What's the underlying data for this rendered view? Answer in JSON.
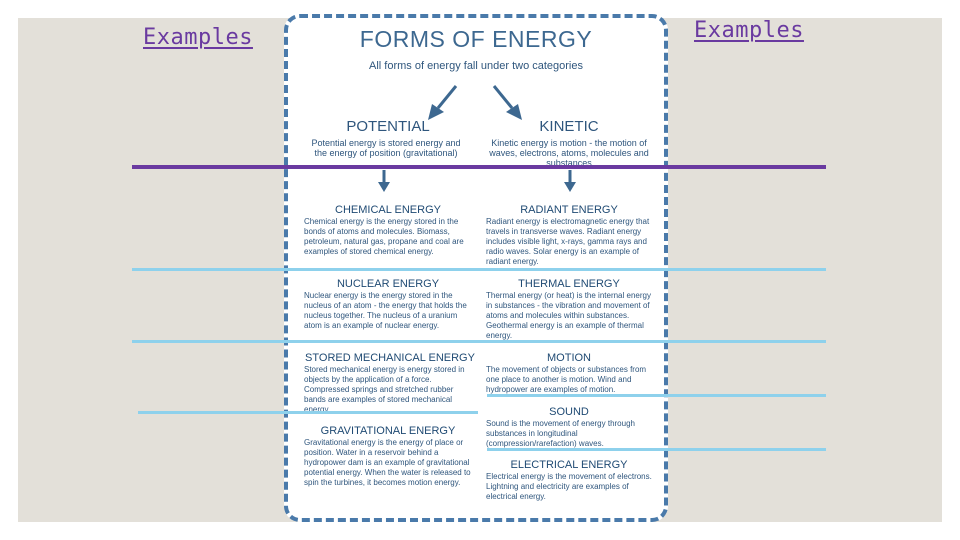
{
  "slide": {
    "title_left": "Examples",
    "title_right": "Examples",
    "colors": {
      "accent_purple": "#6a3aa0",
      "line_blue": "#8ed1ec",
      "card_border": "#4a7aaa",
      "text_blue": "#2f567d"
    }
  },
  "card": {
    "title": "FORMS OF ENERGY",
    "subtitle": "All forms of energy fall under two categories",
    "potential": {
      "label": "POTENTIAL",
      "desc": "Potential energy is stored energy and the energy of position (gravitational)"
    },
    "kinetic": {
      "label": "KINETIC",
      "desc": "Kinetic energy is motion - the motion of waves, electrons, atoms, molecules and substances"
    },
    "left_sections": [
      {
        "title": "CHEMICAL ENERGY",
        "body": "Chemical energy is the energy stored in the bonds of atoms and molecules. Biomass, petroleum, natural gas, propane and coal are examples of stored chemical energy."
      },
      {
        "title": "NUCLEAR ENERGY",
        "body": "Nuclear energy is the energy stored in the nucleus of an atom - the energy that holds the nucleus together. The nucleus of a uranium atom is an example of nuclear energy."
      },
      {
        "title": "STORED MECHANICAL ENERGY",
        "body": "Stored mechanical energy is energy stored in objects by the application of a force. Compressed springs and stretched rubber bands are examples of stored mechanical energy."
      },
      {
        "title": "GRAVITATIONAL ENERGY",
        "body": "Gravitational energy is the energy of place or position. Water in a reservoir behind a hydropower dam is an example of gravitational potential energy. When the water is released to spin the turbines, it becomes motion energy."
      }
    ],
    "right_sections": [
      {
        "title": "RADIANT ENERGY",
        "body": "Radiant energy is electromagnetic energy that travels in transverse waves. Radiant energy includes visible light, x-rays, gamma rays and radio waves. Solar energy is an example of radiant energy."
      },
      {
        "title": "THERMAL ENERGY",
        "body": "Thermal energy (or heat) is the internal energy in substances - the vibration and movement of atoms and molecules within substances. Geothermal energy is an example of thermal energy."
      },
      {
        "title": "MOTION",
        "body": "The movement of objects or substances from one place to another is motion. Wind and hydropower are examples of motion."
      },
      {
        "title": "SOUND",
        "body": "Sound is the movement of energy through substances in longitudinal (compression/rarefaction) waves."
      },
      {
        "title": "ELECTRICAL ENERGY",
        "body": "Electrical energy is the movement of electrons. Lightning and electricity are examples of electrical energy."
      }
    ]
  }
}
